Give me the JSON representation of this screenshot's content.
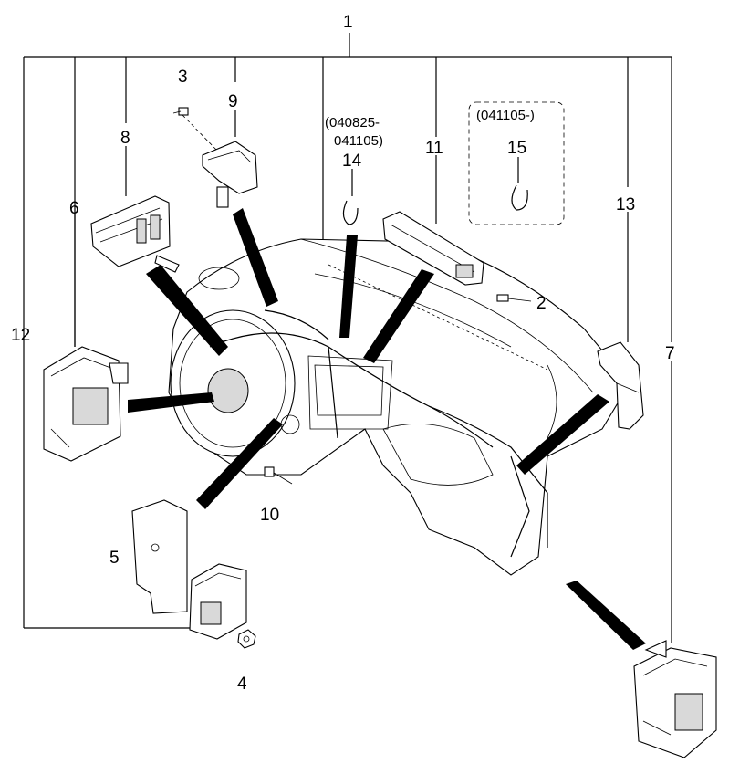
{
  "callouts": {
    "c1": "1",
    "c2": "2",
    "c3": "3",
    "c4": "4",
    "c5": "5",
    "c6": "6",
    "c7": "7",
    "c8": "8",
    "c9": "9",
    "c10": "10",
    "c11": "11",
    "c12": "12",
    "c13": "13",
    "c14": "14",
    "c15": "15"
  },
  "date_ranges": {
    "part14_line1": "(040825-",
    "part14_line2": "041105)",
    "part15": "(041105-)"
  },
  "colors": {
    "ink": "#000000",
    "paper": "#ffffff",
    "shade": "#d9d9d9"
  }
}
